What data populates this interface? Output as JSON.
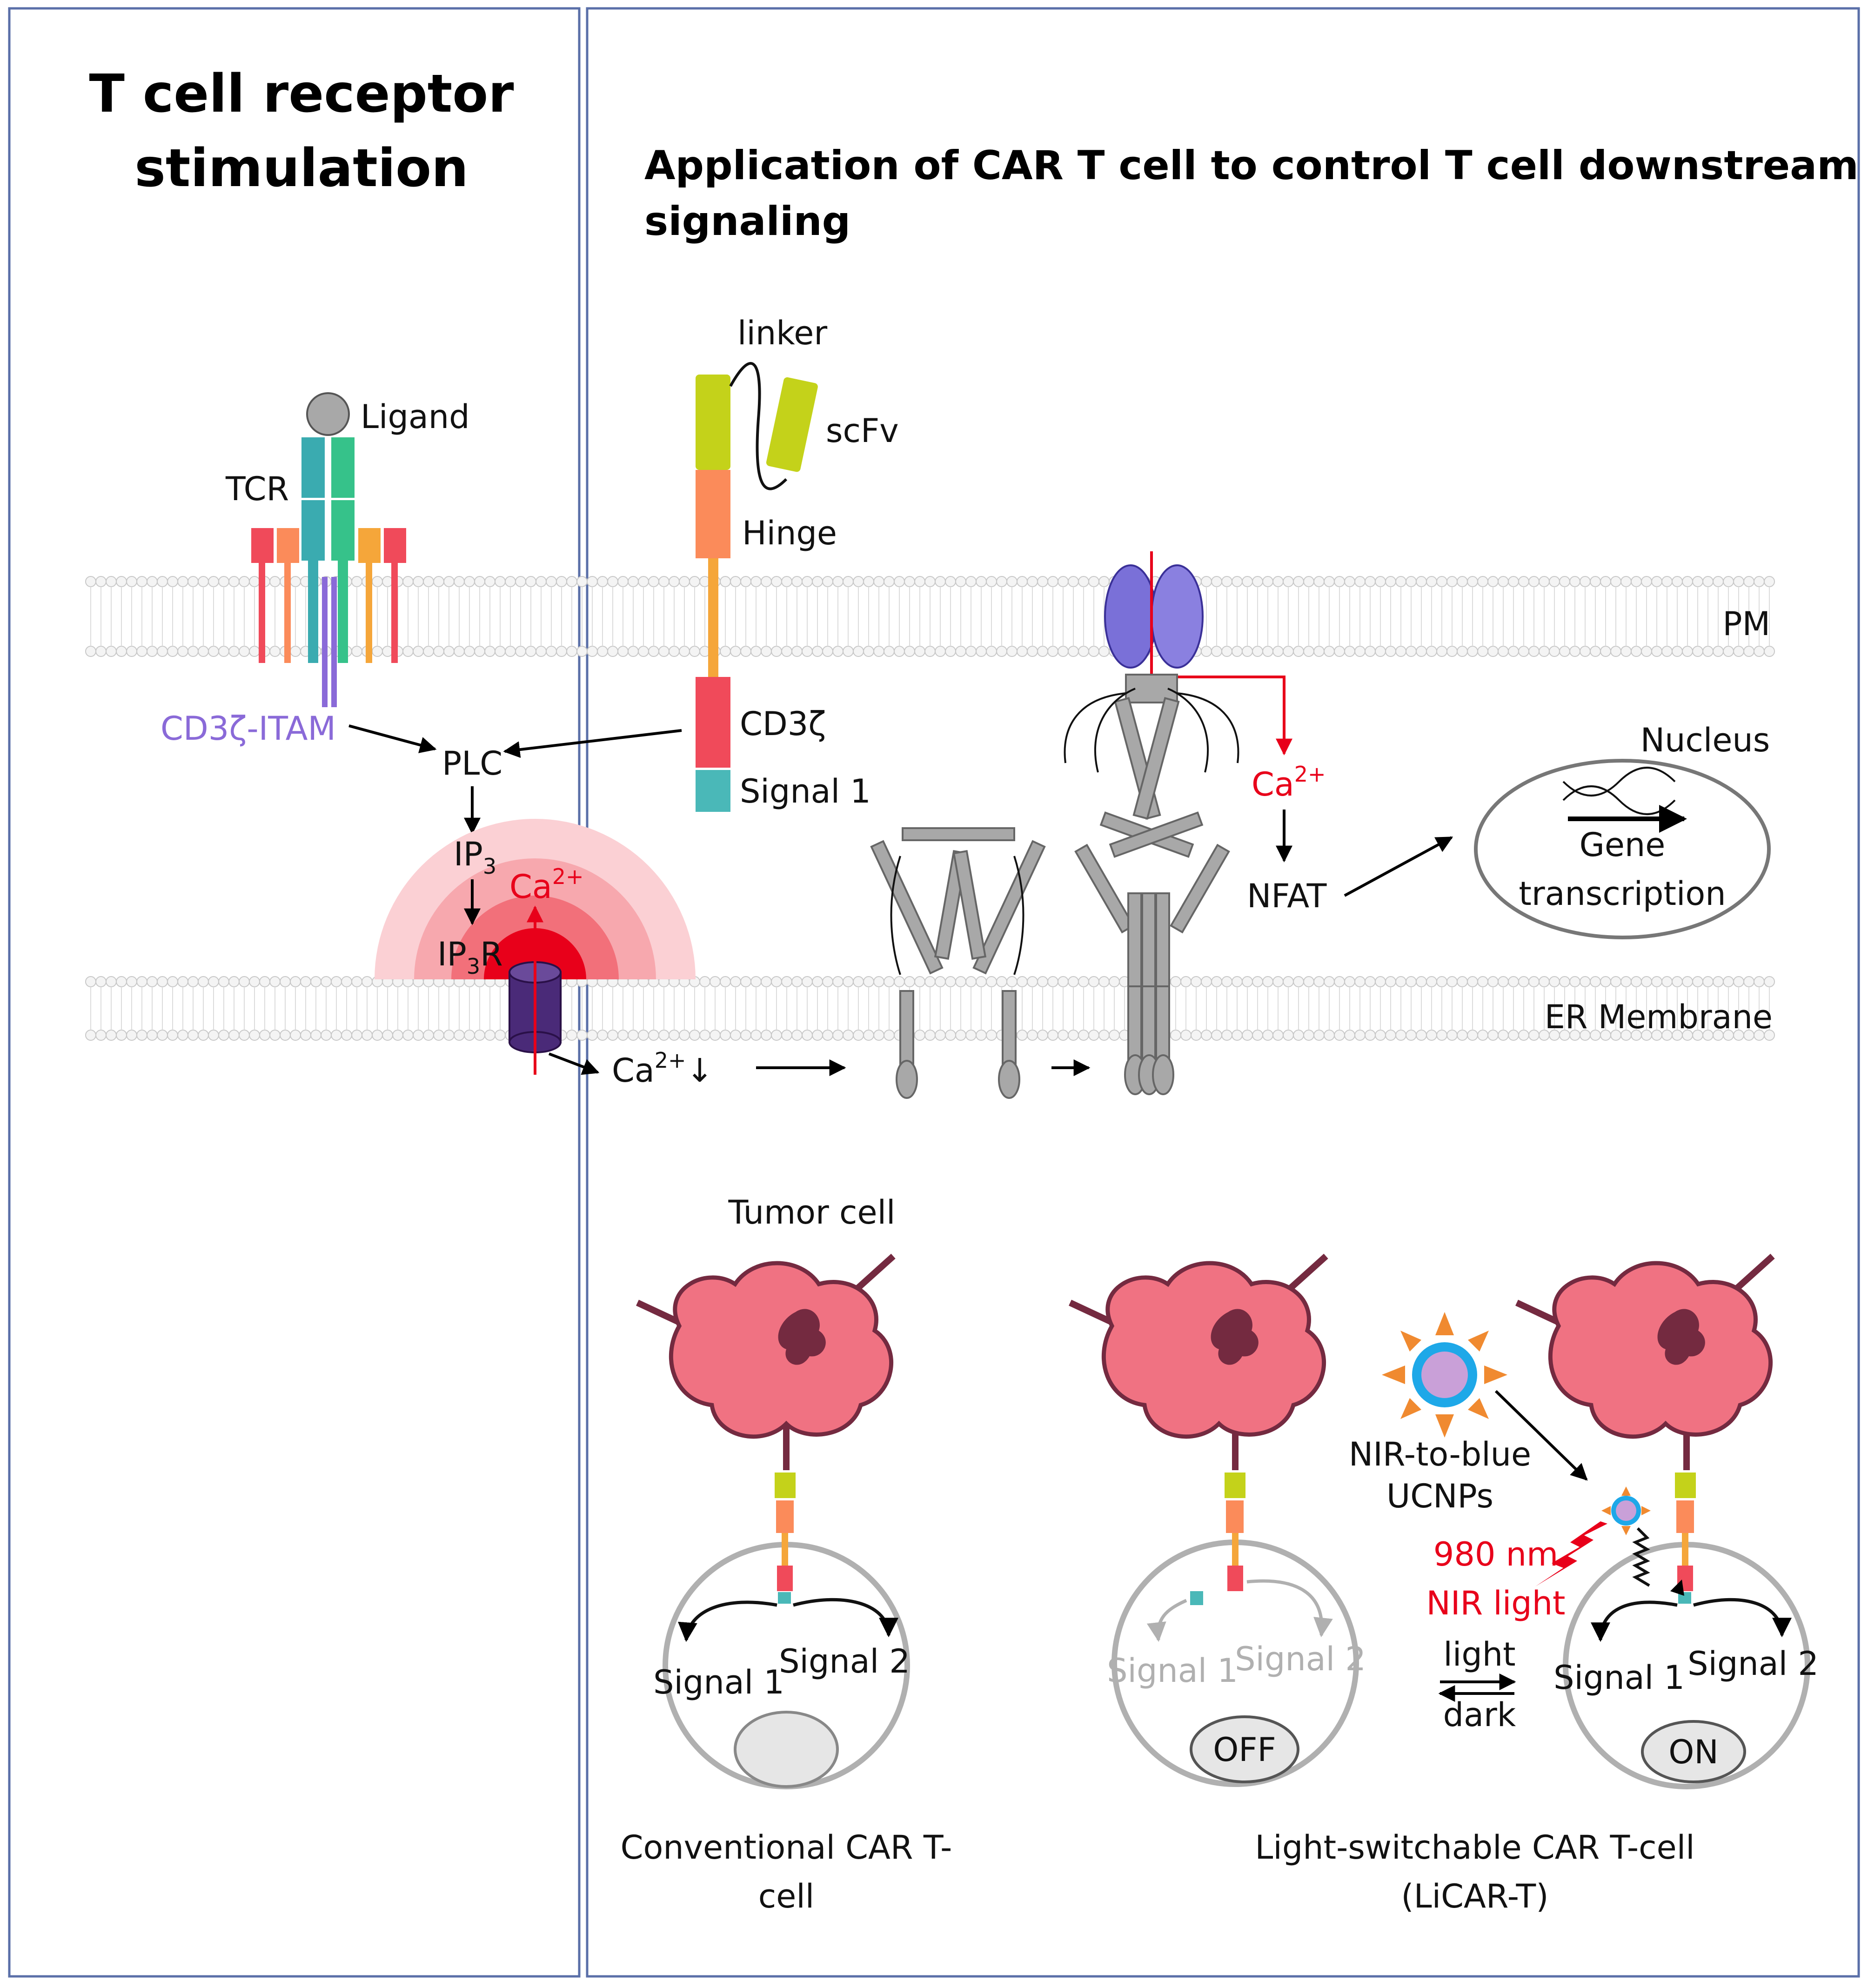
{
  "left_panel": {
    "title_line1": "T cell receptor",
    "title_line2": "stimulation",
    "labels": {
      "ligand": "Ligand",
      "tcr": "TCR",
      "cd3_itam": "CD3ζ-ITAM",
      "plc": "PLC",
      "ip3": "IP",
      "ip3_sub": "3",
      "ip3r": "IP",
      "ip3r_sub": "3",
      "ip3r_r": "R",
      "ca": "Ca",
      "ca_sup": "2+"
    }
  },
  "right_panel": {
    "title_line1": "Application of CAR T cell to control T cell downstream",
    "title_line2": "signaling",
    "car_labels": {
      "linker": "linker",
      "scfv": "scFv",
      "hinge": "Hinge",
      "cd3z": "CD3ζ",
      "signal1": "Signal 1"
    },
    "membranes": {
      "pm": "PM",
      "er": "ER Membrane"
    },
    "flow": {
      "ca_deplete": "Ca",
      "ca_deplete_sup": "2+",
      "ca_deplete_arrow": "↓",
      "ca_in": "Ca",
      "ca_in_sup": "2+",
      "nfat": "NFAT",
      "nucleus": "Nucleus",
      "gene_line1": "Gene",
      "gene_line2": "transcription"
    },
    "cells": {
      "tumor_cell": "Tumor cell",
      "conventional_line1": "Conventional CAR T-",
      "conventional_line2": "cell",
      "signal1": "Signal 1",
      "signal2": "Signal 2",
      "off_signal1": "Signal 1",
      "off_signal2": "Signal 2",
      "off": "OFF",
      "on": "ON",
      "on_signal1": "Signal 1",
      "on_signal2": "Signal 2",
      "ucnp_line1": "NIR-to-blue",
      "ucnp_line2": "UCNPs",
      "nir_line1": "980 nm",
      "nir_line2": "NIR light",
      "light": "light",
      "dark": "dark",
      "licar_line1": "Light-switchable CAR T-cell",
      "licar_line2": "(LiCAR-T)"
    }
  },
  "colors": {
    "panel_border": "#5a6fa8",
    "tumor_fill": "#f07282",
    "tumor_nucleus": "#742a40",
    "calcium_red": "#e8001a",
    "orai_blue": "#8a7ad8",
    "ip3r_purple": "#4a2a78",
    "scfv_green": "#c4d21a",
    "hinge_orange": "#fb8b5a",
    "cd3_red": "#f04a5a",
    "signal_teal": "#4ab8b8",
    "tcr_green": "#3cc48a",
    "cd3_itam_purple": "#8a6ad8"
  }
}
